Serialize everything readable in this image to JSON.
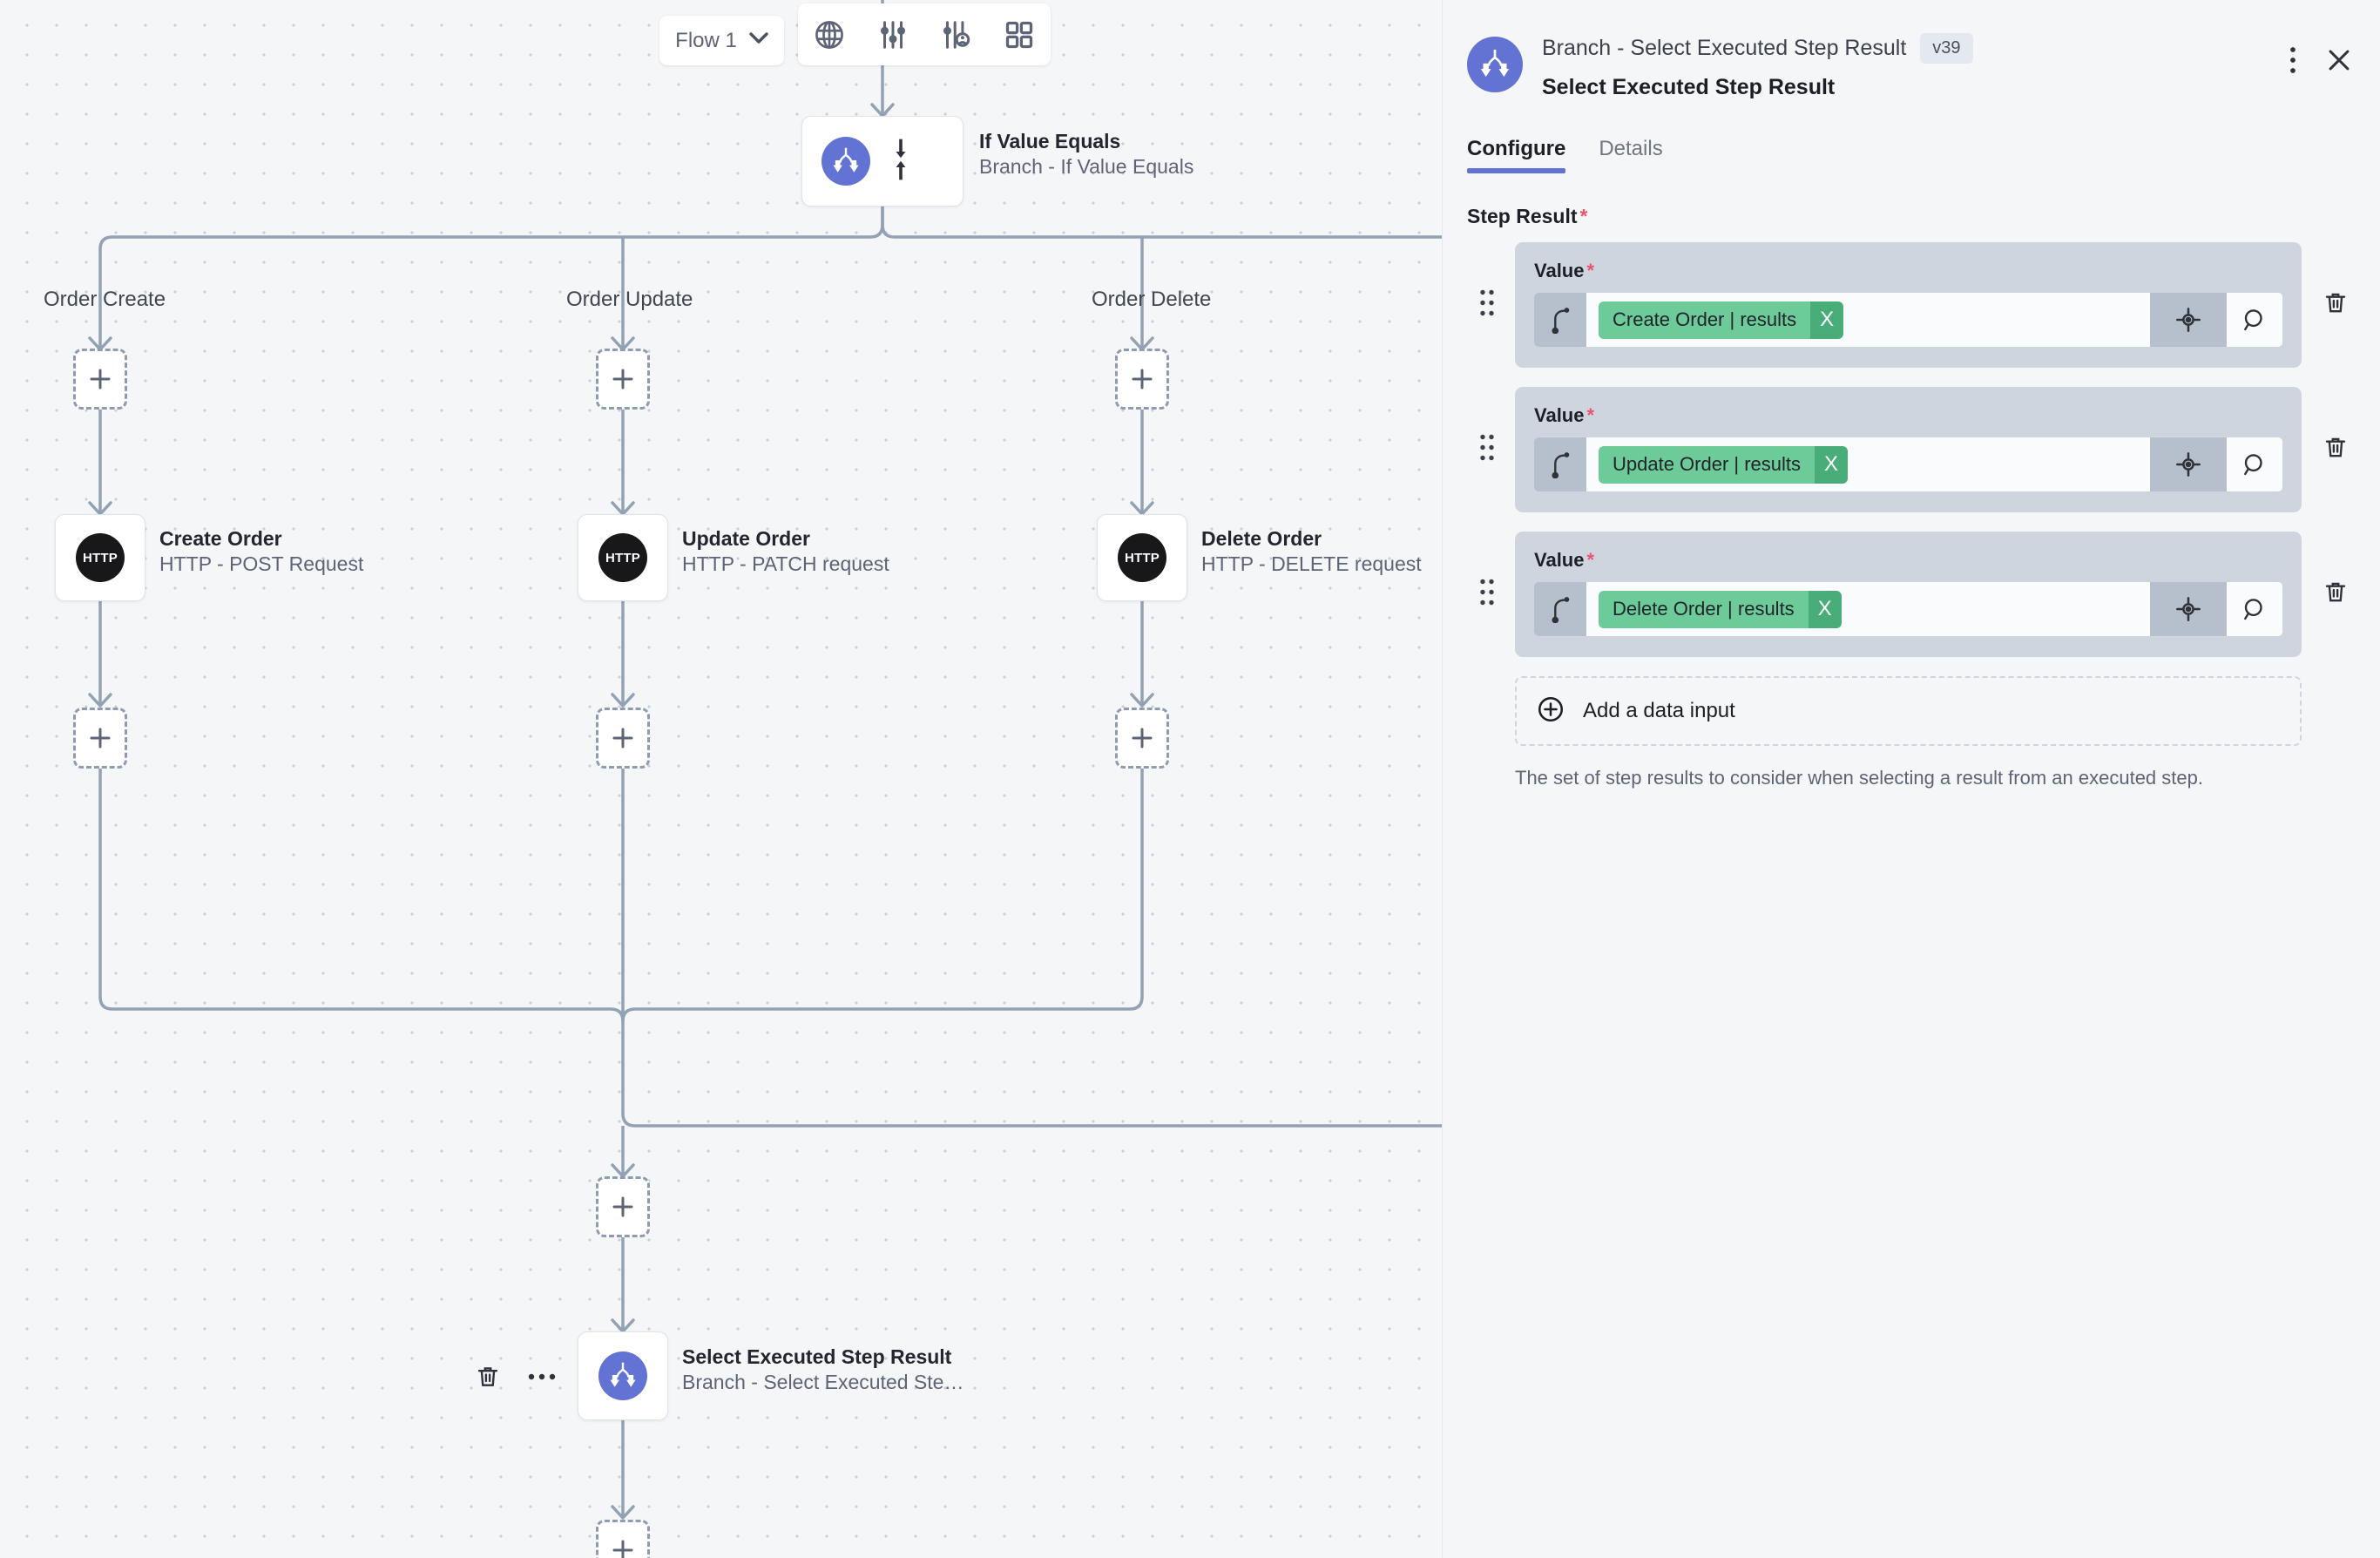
{
  "toolbar": {
    "flow_selector_label": "Flow 1",
    "chevron_icon": "chevron-down-icon",
    "icons": [
      {
        "name": "globe-icon",
        "label": "Globe"
      },
      {
        "name": "sliders-icon",
        "label": "Settings sliders"
      },
      {
        "name": "sliders-user-icon",
        "label": "User sliders"
      },
      {
        "name": "grid-icon",
        "label": "Grid view"
      }
    ]
  },
  "canvas": {
    "branch_node": {
      "title": "If Value Equals",
      "subtitle": "Branch - If Value Equals",
      "icon": "branch-icon",
      "collapse_icon": "collapse-expand-icon"
    },
    "branch_labels": [
      "Order Create",
      "Order Update",
      "Order Delete"
    ],
    "steps": [
      {
        "title": "Create Order",
        "subtitle": "HTTP - POST Request",
        "icon": "http-icon",
        "badge_text": "HTTP"
      },
      {
        "title": "Update Order",
        "subtitle": "HTTP - PATCH request",
        "icon": "http-icon",
        "badge_text": "HTTP"
      },
      {
        "title": "Delete Order",
        "subtitle": "HTTP - DELETE request",
        "icon": "http-icon",
        "badge_text": "HTTP"
      }
    ],
    "merge_node": {
      "title": "Select Executed Step Result",
      "subtitle": "Branch - Select Executed Ste…",
      "icon": "branch-icon",
      "delete_icon": "trash-icon",
      "more_icon": "more-horizontal-icon"
    },
    "add_step_label": "+"
  },
  "panel": {
    "kicker": "Branch - Select Executed Step Result",
    "version": "v39",
    "name": "Select Executed Step Result",
    "avatar_icon": "branch-icon",
    "more_icon": "more-vertical-icon",
    "close_icon": "close-icon",
    "tabs": [
      {
        "label": "Configure",
        "active": true
      },
      {
        "label": "Details",
        "active": false
      }
    ],
    "section_label": "Step Result",
    "required_marker": "*",
    "value_rows": [
      {
        "label": "Value",
        "token": "Create Order | results",
        "token_remove": "X",
        "prefix_icon": "branch-path-icon",
        "target_icon": "crosshair-icon",
        "search_icon": "search-icon",
        "drag_icon": "drag-handle-icon",
        "delete_icon": "trash-icon"
      },
      {
        "label": "Value",
        "token": "Update Order | results",
        "token_remove": "X",
        "prefix_icon": "branch-path-icon",
        "target_icon": "crosshair-icon",
        "search_icon": "search-icon",
        "drag_icon": "drag-handle-icon",
        "delete_icon": "trash-icon"
      },
      {
        "label": "Value",
        "token": "Delete Order | results",
        "token_remove": "X",
        "prefix_icon": "branch-path-icon",
        "target_icon": "crosshair-icon",
        "search_icon": "search-icon",
        "drag_icon": "drag-handle-icon",
        "delete_icon": "trash-icon"
      }
    ],
    "add_data_input_label": "Add a data input",
    "add_icon": "plus-circle-icon",
    "help_text": "The set of step results to consider when selecting a result from an executed step."
  },
  "colors": {
    "accent": "#6273d4",
    "token_green": "#6ccb99",
    "token_green_dark": "#49ad79",
    "required_red": "#e8556d",
    "canvas_bg": "#f5f6f8",
    "card_bg": "#ced5de",
    "edge": "#93a1b4",
    "http_badge": "#18181b"
  }
}
